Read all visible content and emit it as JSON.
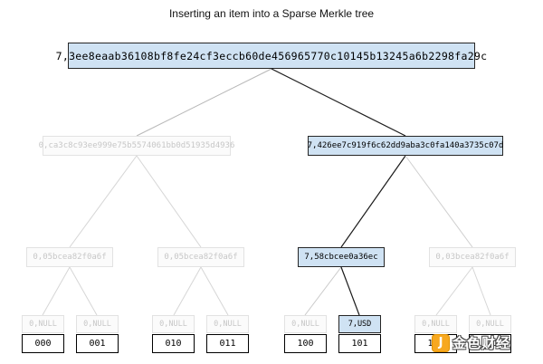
{
  "title": "Inserting an item into a Sparse Merkle tree",
  "colors": {
    "highlight_fill": "#cfe2f3",
    "active_border": "#262626",
    "inactive_fill": "#fbfbfb",
    "inactive_border": "#e2e2e2",
    "inactive_text": "#c7c7c7",
    "active_edge": "#1a1a1a",
    "inactive_edge": "#cccccc",
    "watermark_orange": "#f7a81f"
  },
  "tree": {
    "root": {
      "label": "7,3ee8eaab36108bf8fe24cf3eccb60de456965770c10145b13245a6b2298fa29c",
      "state": "active"
    },
    "level2": [
      {
        "label": "0,ca3c8c93ee999e75b5574061bb0d51935d4936",
        "state": "inactive"
      },
      {
        "label": "7,426ee7c919f6c62dd9aba3c0fa140a3735c07d",
        "state": "active"
      }
    ],
    "level3": [
      {
        "label": "0,05bcea82f0a6f",
        "state": "inactive"
      },
      {
        "label": "0,05bcea82f0a6f",
        "state": "inactive"
      },
      {
        "label": "7,58cbcee0a36ec",
        "state": "active"
      },
      {
        "label": "0,03bcea82f0a6f",
        "state": "inactive"
      }
    ],
    "leaves": [
      {
        "value": "0,NULL",
        "index": "000",
        "state": "inactive"
      },
      {
        "value": "0,NULL",
        "index": "001",
        "state": "inactive"
      },
      {
        "value": "0,NULL",
        "index": "010",
        "state": "inactive"
      },
      {
        "value": "0,NULL",
        "index": "011",
        "state": "inactive"
      },
      {
        "value": "0,NULL",
        "index": "100",
        "state": "inactive"
      },
      {
        "value": "7,USD",
        "index": "101",
        "state": "active"
      },
      {
        "value": "0,NULL",
        "index": "110",
        "state": "inactive"
      },
      {
        "value": "0,NULL",
        "index": "111",
        "state": "inactive"
      }
    ]
  },
  "watermark": {
    "logo_glyph": "J",
    "text": "金色财经"
  }
}
